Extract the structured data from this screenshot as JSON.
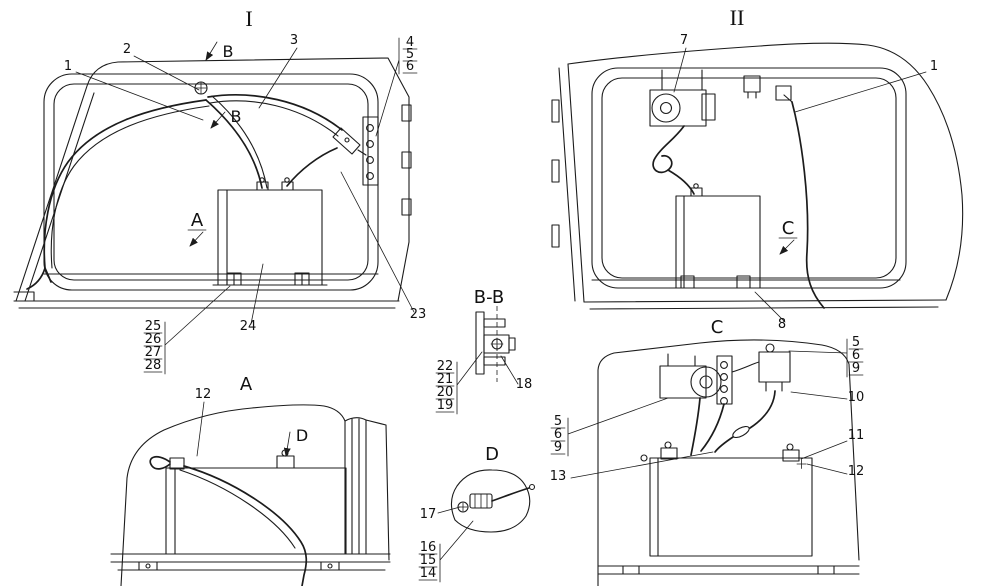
{
  "palette": {
    "line_color": "#1c1c1c",
    "background": "#ffffff"
  },
  "view_titles": {
    "v1": "I",
    "v2": "II",
    "bb": "B-B",
    "a": "A",
    "c": "C",
    "d": "D"
  },
  "section_arrows": {
    "b_top": "B",
    "b_mid": "B",
    "a": "A",
    "c": "C",
    "d": "D"
  },
  "callouts": {
    "v1": {
      "n1": "1",
      "n2": "2",
      "n3": "3",
      "n4": "4",
      "n5": "5",
      "n6": "6",
      "n23": "23",
      "n24": "24",
      "n25": "25",
      "n26": "26",
      "n27": "27",
      "n28": "28"
    },
    "v2": {
      "n7": "7",
      "n1": "1",
      "n8": "8"
    },
    "bb": {
      "n22": "22",
      "n21": "21",
      "n20": "20",
      "n19": "19",
      "n18": "18"
    },
    "a": {
      "n12": "12"
    },
    "c": {
      "n5_right": "5",
      "n6_right": "6",
      "n9_right": "9",
      "n10": "10",
      "n11": "11",
      "n12": "12",
      "n5_left": "5",
      "n6_left": "6",
      "n9_left": "9",
      "n13": "13"
    },
    "d": {
      "n17": "17",
      "n16": "16",
      "n15": "15",
      "n14": "14"
    }
  }
}
